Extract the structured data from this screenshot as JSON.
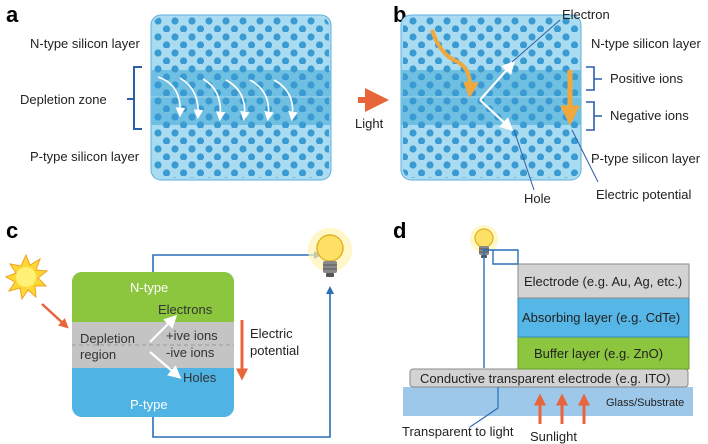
{
  "panels": {
    "a": {
      "letter": "a",
      "n_layer": "N-type silicon layer",
      "depletion": "Depletion zone",
      "p_layer": "P-type silicon layer"
    },
    "b": {
      "letter": "b",
      "light": "Light",
      "electron": "Electron",
      "n_layer": "N-type silicon layer",
      "positive_ions": "Positive ions",
      "negative_ions": "Negative ions",
      "p_layer": "P-type silicon layer",
      "hole": "Hole",
      "electric_potential": "Electric potential"
    },
    "c": {
      "letter": "c",
      "n_type": "N-type",
      "electrons": "Electrons",
      "depletion_line1": "Depletion",
      "depletion_line2": "region",
      "pos_ions": "+ive ions",
      "neg_ions": "-ive ions",
      "holes": "Holes",
      "p_type": "P-type",
      "electric_line1": "Electric",
      "electric_line2": "potential"
    },
    "d": {
      "letter": "d",
      "electrode": "Electrode (e.g. Au, Ag, etc.)",
      "absorbing": "Absorbing layer (e.g. CdTe)",
      "buffer": "Buffer layer (e.g. ZnO)",
      "conductive": "Conductive transparent electrode (e.g. ITO)",
      "glass": "Glass/Substrate",
      "transparent": "Transparent to light",
      "sunlight": "Sunlight"
    }
  },
  "colors": {
    "silicon_light": "#a9dcf0",
    "silicon_dark": "#6fbfe3",
    "dot": "#3a9ad2",
    "bracket": "#2a5ea8",
    "arrow_orange": "#e8643a",
    "arrow_amber": "#f0a83c",
    "n_green": "#8cc63f",
    "depletion_gray": "#c4c4c4",
    "p_blue": "#4fb3e3",
    "electrode_gray": "#d3d3d3",
    "absorb_blue": "#56b6e6",
    "glass_blue": "#9ec8ea",
    "wire_blue": "#2a6eb8"
  }
}
